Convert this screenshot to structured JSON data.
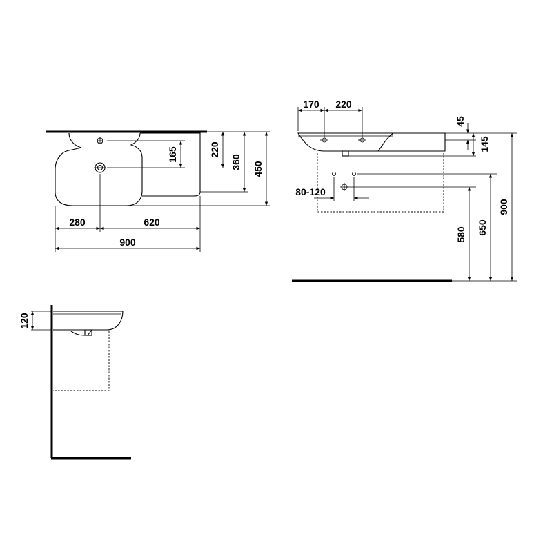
{
  "top_view": {
    "dims": {
      "left_offset": "280",
      "right_offset": "620",
      "total_width": "900",
      "tap_depth": "165",
      "bowl_center_depth": "220",
      "bowl_depth": "360",
      "total_depth": "450"
    }
  },
  "front_view": {
    "dims": {
      "hole_offset": "170",
      "hole_spacing": "220",
      "rim_thickness": "45",
      "outlet_height": "145",
      "fixing_spacing": "80-120",
      "waste_height": "580",
      "fixing_height": "650",
      "rim_height": "900"
    }
  },
  "side_view": {
    "dims": {
      "bowl_height": "120"
    }
  }
}
